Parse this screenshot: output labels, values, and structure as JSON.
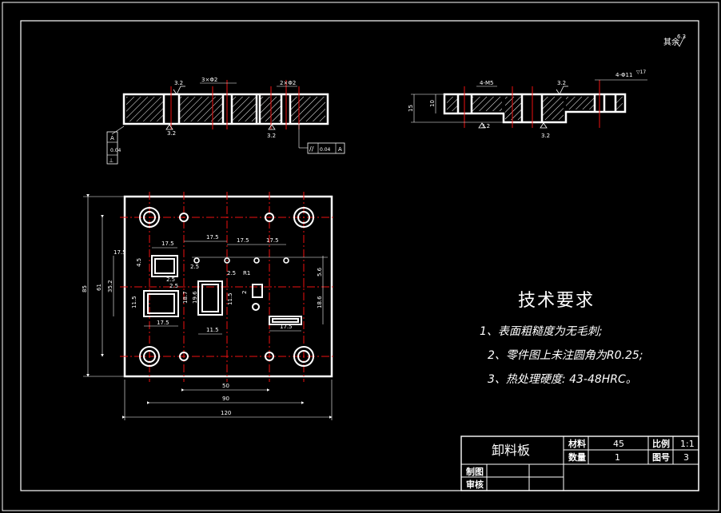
{
  "rough_top": "其余",
  "rough_top_val": "6.3",
  "top_view": {
    "ra1": "3.2",
    "ra2": "3.2",
    "ra3": "3.2",
    "note_3x": "3×Φ2",
    "note_2x": "2×Φ2",
    "perp_val": "0.04",
    "perp_datum": "A",
    "par_val": "0.04",
    "par_datum": "A"
  },
  "side_view": {
    "note_4m5": "4-M5",
    "note_4phi": "4-Φ11",
    "note_4phi_dep": "▽17",
    "ra1": "3.2",
    "ra2": "3.2",
    "ra3": "3.2",
    "dim_h1": "15",
    "dim_h2": "10"
  },
  "plan_view": {
    "dims": {
      "w120": "120",
      "w90": "90",
      "w50": "50",
      "h85": "85",
      "h61": "61",
      "h352": "35.2",
      "d175a": "17.5",
      "d175b": "17.5",
      "d175c": "17.5",
      "d175d": "17.5",
      "d175e": "17.5",
      "d175f": "17.5",
      "d175g": "17.5",
      "d115a": "11.5",
      "d115b": "11.5",
      "d115c": "11.5",
      "d187": "18.7",
      "d186": "18.6",
      "d56": "5.6",
      "d196": "19.6",
      "d25a": "2.5",
      "d25b": "2.5",
      "d25c": "2.5",
      "d25d": "2.5",
      "d2": "2",
      "r1": "R1",
      "d45": "4.5"
    }
  },
  "tech_req": {
    "title": "技术要求",
    "items": [
      "1、表面粗糙度为无毛刺;",
      "2、零件图上未注圆角为R0.25;",
      "3、热处理硬度: 43-48HRC。"
    ]
  },
  "title_block": {
    "part_name": "卸料板",
    "material_label": "材料",
    "material_value": "45",
    "scale_label": "比例",
    "scale_value": "1:1",
    "qty_label": "数量",
    "qty_value": "1",
    "drawing_no_label": "图号",
    "drawing_no_value": "3",
    "drawn_label": "制图",
    "checked_label": "审核"
  }
}
